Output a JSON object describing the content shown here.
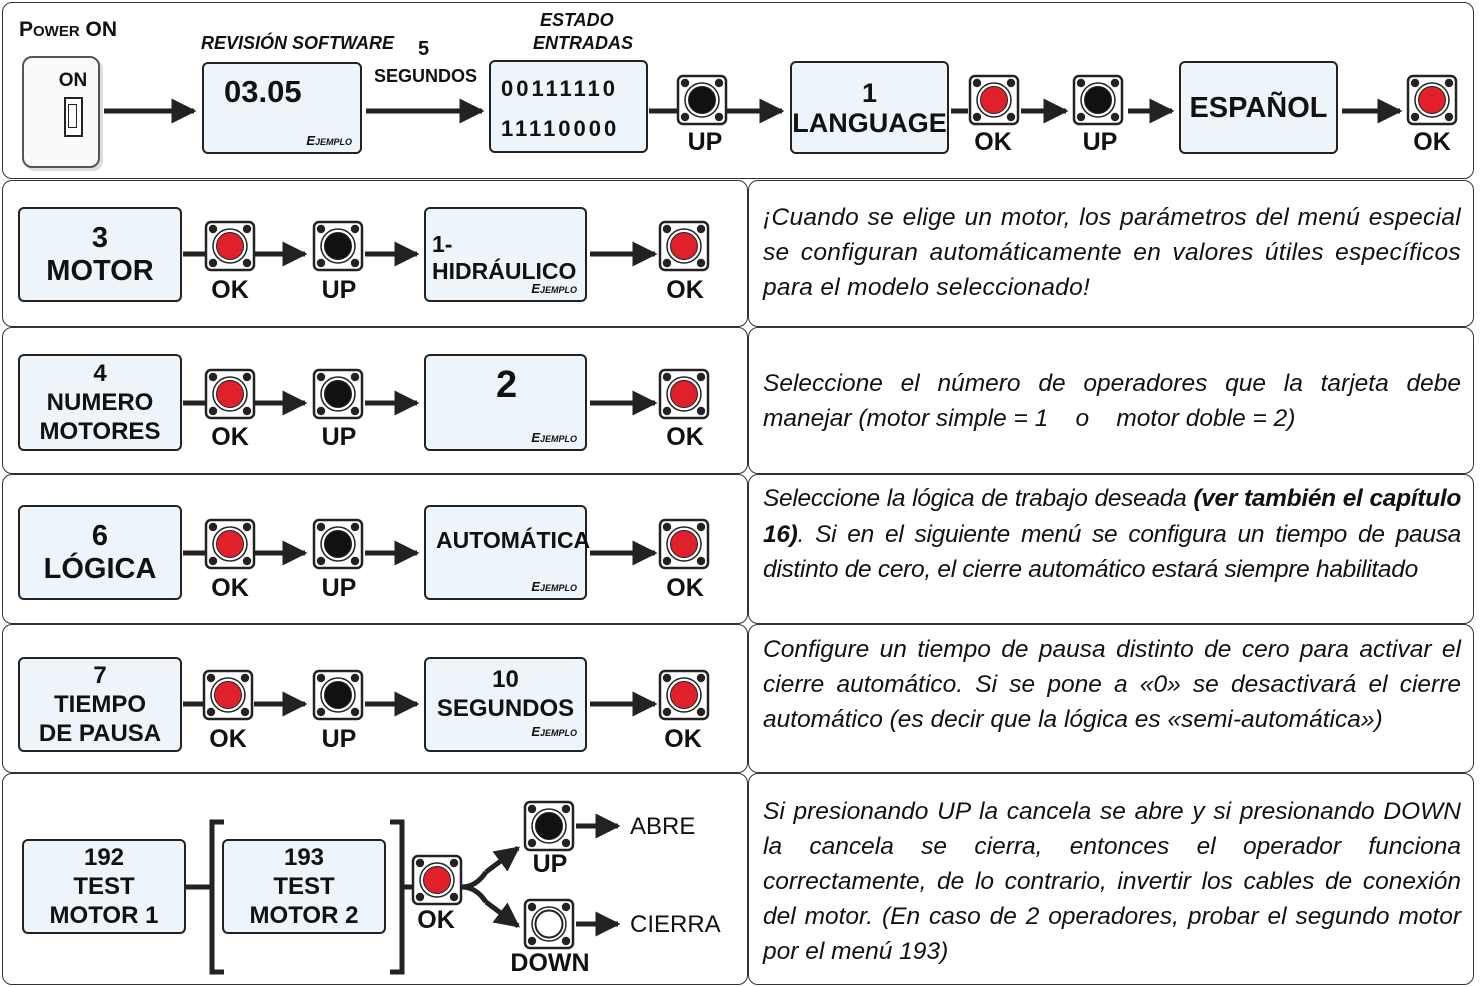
{
  "header": {
    "power_on": "Power ON",
    "switch_label": "ON",
    "software_rev_title": "REVISIÓN SOFTWARE",
    "software_rev_value": "03.05",
    "delay_number": "5",
    "delay_unit": "SEGUNDOS",
    "inputs_title_1": "ESTADO",
    "inputs_title_2": "ENTRADAS",
    "inputs_row_1": "00111110",
    "inputs_row_2": "11110000",
    "language_num": "1",
    "language_label": "LANGUAGE",
    "spanish_label": "ESPAÑOL"
  },
  "buttons": {
    "up": "UP",
    "ok": "OK",
    "down": "DOWN",
    "example": "Ejemplo"
  },
  "rows": [
    {
      "num": "3",
      "name": "MOTOR",
      "value": "1-HIDRÁULICO",
      "desc": "¡Cuando se elige un motor, los parámetros del menú especial se configuran automáticamente en valores útiles específicos para el modelo seleccionado!"
    },
    {
      "num": "4",
      "name_1": "NUMERO",
      "name_2": "MOTORES",
      "value": "2",
      "desc": "Seleccione el número de operadores que la tarjeta debe manejar (motor simple = 1    o    motor doble = 2)"
    },
    {
      "num": "6",
      "name": "LÓGICA",
      "value": "AUTOMÁTICA",
      "desc_pre": "Seleccione la lógica de trabajo deseada ",
      "desc_bold": "(ver también el capítulo 16)",
      "desc_post": ". Si en el siguiente menú se configura un tiempo de pausa distinto de cero, el cierre automático estará siempre habilitado"
    },
    {
      "num": "7",
      "name_1": "TIEMPO",
      "name_2": "DE PAUSA",
      "value_1": "10",
      "value_2": "SEGUNDOS",
      "desc": "Configure un tiempo de pausa distinto de cero para activar el cierre automático. Si se pone a «0» se desactivará el cierre automático (es decir que la lógica es «semi-automática»)"
    },
    {
      "m1_num": "192",
      "m1_l1": "TEST",
      "m1_l2": "MOTOR 1",
      "m2_num": "193",
      "m2_l1": "TEST",
      "m2_l2": "MOTOR 2",
      "open": "ABRE",
      "close": "CIERRA",
      "desc": "Si presionando UP la cancela se abre y si presionando DOWN la cancela se cierra, entonces el operador funciona correctamente, de lo contrario, invertir los cables de conexión del motor. (En caso de 2 operadores, probar el segundo motor por el menú 193)"
    }
  ],
  "colors": {
    "lcd_bg": "#edf4fa",
    "ok_button": "#e0202a",
    "up_button": "#111111",
    "down_button": "#ffffff"
  }
}
